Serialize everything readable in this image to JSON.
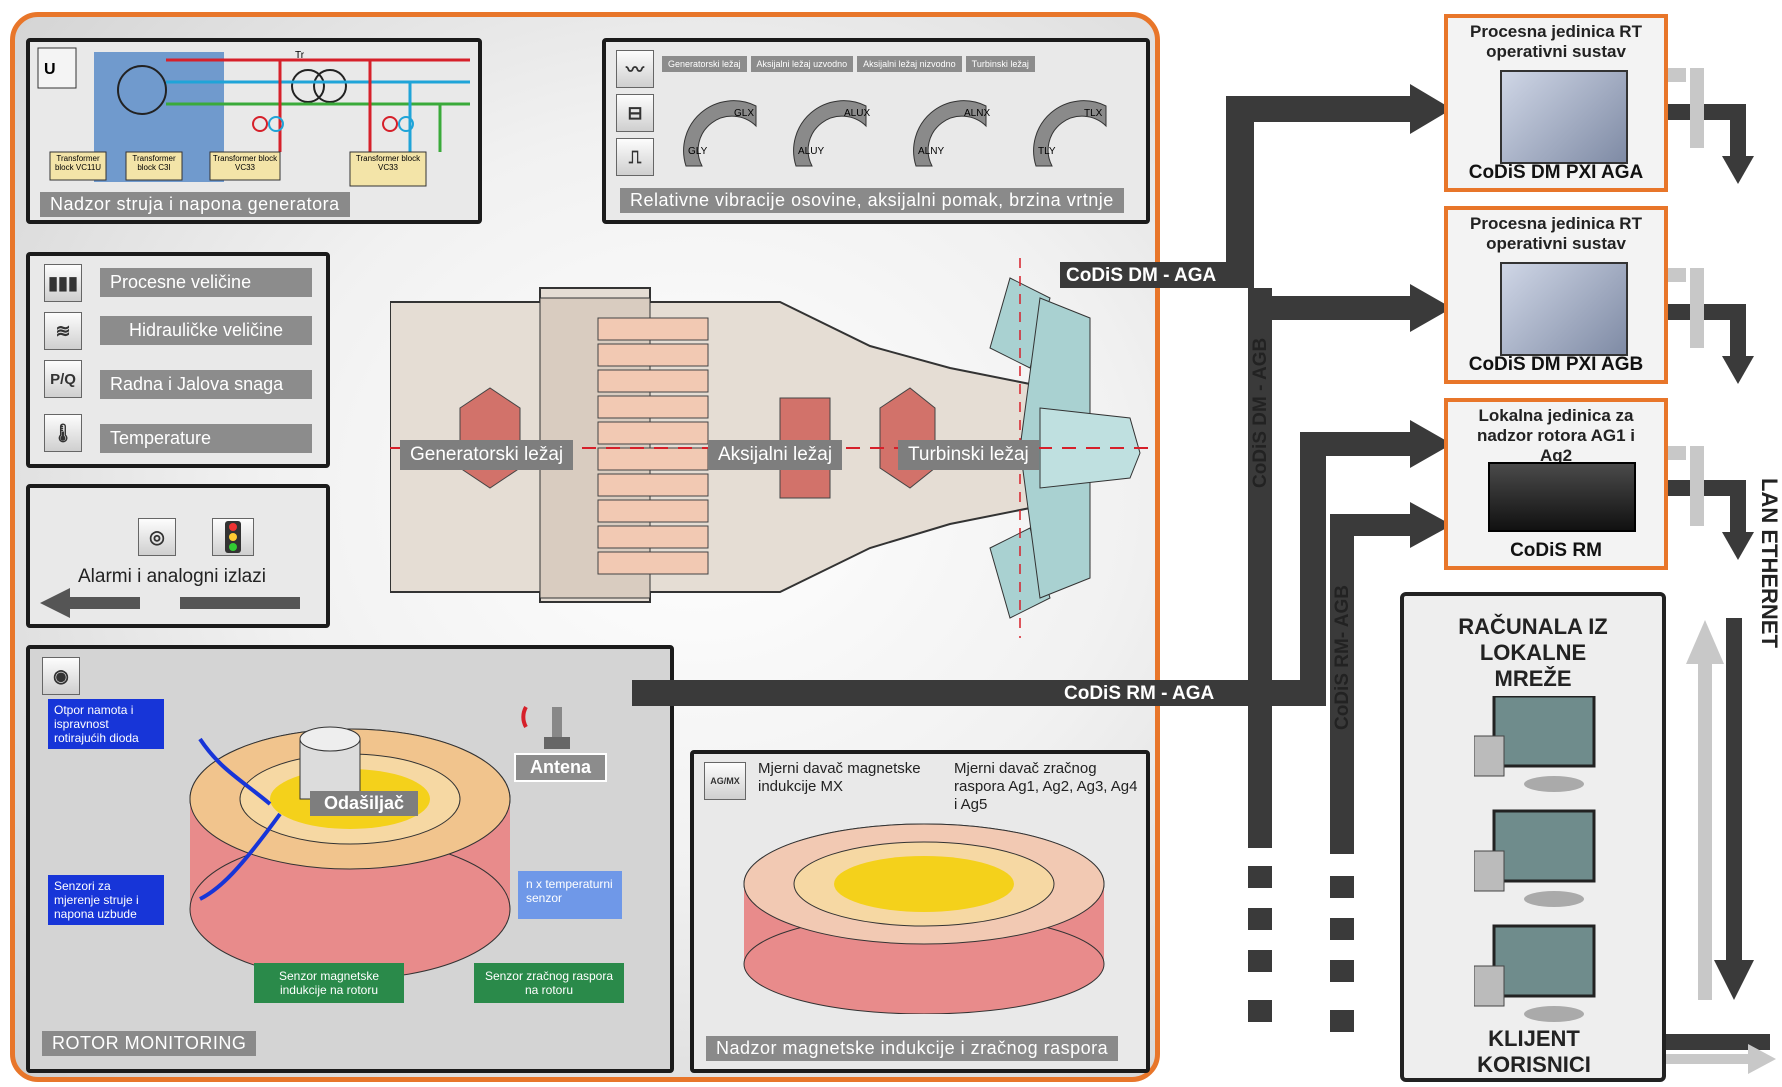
{
  "generator_panel": {
    "caption": "Nadzor struja i napona generatora",
    "blocks": [
      "Transformer block VC11U",
      "Transformer block C3I",
      "Transformer block VC33",
      "Transformer block VC33"
    ],
    "tr_label": "Tr"
  },
  "vibration_panel": {
    "caption": "Relativne vibracije osovine, aksijalni pomak, brzina vrtnje",
    "tabs": [
      "Generatorski ležaj",
      "Aksijalni ležaj uzvodno",
      "Aksijalni ležaj nizvodno",
      "Turbinski ležaj"
    ],
    "sensors": [
      "GLX",
      "GLY",
      "ALUX",
      "ALUY",
      "ALNX",
      "ALNY",
      "TLX",
      "TLY"
    ]
  },
  "quantities_panel": {
    "items": [
      {
        "icon": "bar-chart-icon",
        "label": "Procesne veličine"
      },
      {
        "icon": "hydraulic-icon",
        "label": "Hidrauličke veličine"
      },
      {
        "icon": "pq-icon",
        "icon_text": "P/Q",
        "label": "Radna i Jalova snaga"
      },
      {
        "icon": "thermometer-icon",
        "label": "Temperature"
      }
    ]
  },
  "alarm_panel": {
    "label": "Alarmi i analogni izlazi"
  },
  "machine": {
    "generator_bearing": "Generatorski ležaj",
    "axial_bearing": "Aksijalni ležaj",
    "turbine_bearing": "Turbinski ležaj"
  },
  "rotor_panel": {
    "caption": "ROTOR MONITORING",
    "transmitter": "Odašiljač",
    "antenna": "Antena",
    "note_resistance": "Otpor namota i ispravnost rotirajućih dioda",
    "note_sensors": "Senzori za mjerenje struje i napona uzbude",
    "note_temp": "n x temperaturni senzor",
    "note_magnetic": "Senzor magnetske indukcije na rotoru",
    "note_gap": "Senzor zračnog raspora na rotoru"
  },
  "magnetic_panel": {
    "caption": "Nadzor magnetske indukcije i zračnog raspora",
    "icon_text": "AG/MX",
    "mx_label": "Mjerni davač magnetske indukcije MX",
    "ag_label": "Mjerni davač zračnog raspora Ag1, Ag2, Ag3, Ag4 i Ag5"
  },
  "buses": {
    "dm_aga": "CoDiS DM - AGA",
    "dm_agb": "CoDiS DM - AGB",
    "rm_aga": "CoDiS RM - AGA",
    "rm_agb": "CoDiS RM- AGB"
  },
  "units": [
    {
      "title": "Procesna jedinica RT operativni sustav",
      "name": "CoDiS DM PXI AGA"
    },
    {
      "title": "Procesna jedinica RT operativni sustav",
      "name": "CoDiS DM PXI AGB"
    },
    {
      "title": "Lokalna jedinica za nadzor rotora AG1 i Ag2",
      "name": "CoDiS RM"
    }
  ],
  "network": {
    "title": "RAČUNALA IZ LOKALNE MREŽE",
    "clients": "KLIJENT KORISNICI",
    "lan": "LAN ETHERNET"
  },
  "colors": {
    "accent": "#e8762a",
    "arrow": "#3a3a3a",
    "bus": "#3a3a3a"
  }
}
